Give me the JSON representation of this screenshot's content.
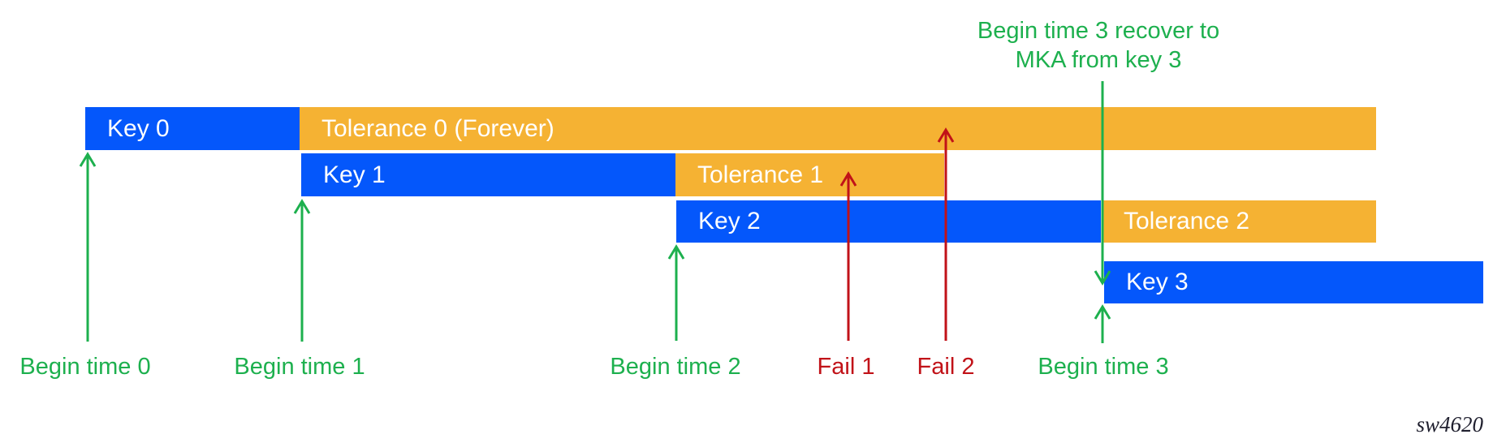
{
  "colors": {
    "blue": "#0457FB",
    "orange": "#F5B233",
    "green": "#1DB04E",
    "red": "#C11218",
    "bar_text": "#FFFFFF",
    "watermark": "#1F1F2E"
  },
  "annotation": {
    "line1": "Begin time 3 recover to",
    "line2": "MKA from key 3"
  },
  "bars": [
    {
      "id": "key0",
      "label": "Key 0",
      "kind": "key",
      "row": 1
    },
    {
      "id": "tolerance0",
      "label": "Tolerance 0 (Forever)",
      "kind": "tolerance",
      "row": 1
    },
    {
      "id": "key1",
      "label": "Key 1",
      "kind": "key",
      "row": 2
    },
    {
      "id": "tolerance1",
      "label": "Tolerance 1",
      "kind": "tolerance",
      "row": 2
    },
    {
      "id": "key2",
      "label": "Key 2",
      "kind": "key",
      "row": 3
    },
    {
      "id": "tolerance2",
      "label": "Tolerance 2",
      "kind": "tolerance",
      "row": 3
    },
    {
      "id": "key3",
      "label": "Key 3",
      "kind": "key",
      "row": 4
    }
  ],
  "labels": {
    "begin0": "Begin time 0",
    "begin1": "Begin time 1",
    "begin2": "Begin time 2",
    "fail1": "Fail 1",
    "fail2": "Fail 2",
    "begin3": "Begin time 3"
  },
  "watermark": "sw4620"
}
